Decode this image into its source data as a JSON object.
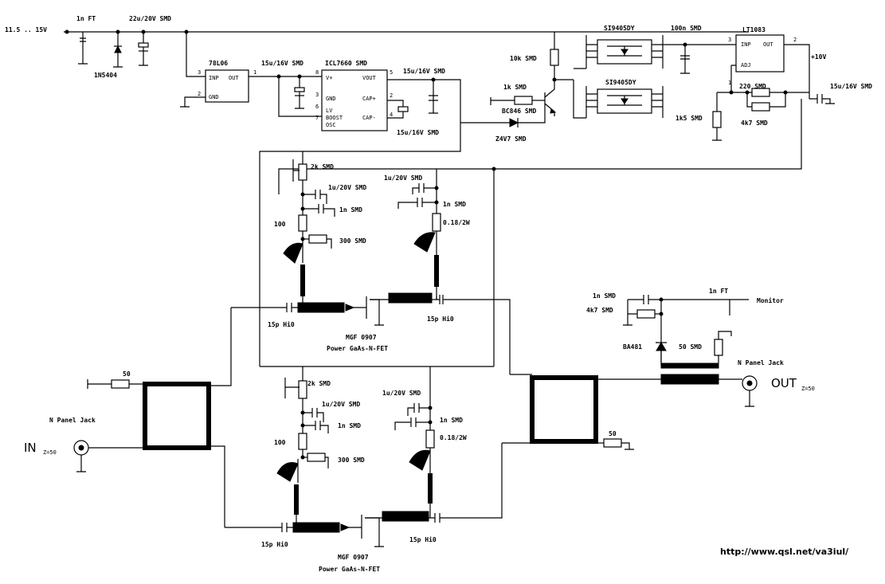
{
  "supply": {
    "input_label": "11.5 .. 15V",
    "c_in": "1n FT",
    "c_bulk": "22u/20V SMD",
    "diode": "1N5404"
  },
  "regulators": {
    "u1": "78L06",
    "u1_pin_in": "INP",
    "u1_pin_out": "OUT",
    "u1_pin_gnd": "GND",
    "c_reg": "15u/16V SMD",
    "u2": "ICL7660 SMD",
    "u2_pins": [
      "V+",
      "GND",
      "LV",
      "BOOST",
      "OSC",
      "VOUT",
      "CAP+",
      "CAP-"
    ],
    "c_pump_top": "15u/16V SMD",
    "c_pump_bot": "15u/16V SMD"
  },
  "switch": {
    "r_pullup": "10k SMD",
    "r_base": "1k SMD",
    "transistor": "BC846 SMD",
    "zener": "Z4V7 SMD",
    "mosfet_a": "SI9405DY",
    "mosfet_b": "SI9405DY",
    "c_hf": "100n SMD"
  },
  "ldo": {
    "part": "LT1083",
    "pin_in": "INP",
    "pin_out": "OUT",
    "pin_adj": "ADJ",
    "vout": "+10V",
    "r_a": "220 SMD",
    "r_b": "4k7 SMD",
    "r_c": "1k5 SMD",
    "c_out": "15u/16V SMD"
  },
  "pin_numbers": {
    "1": "1",
    "2": "2",
    "3": "3",
    "5": "5",
    "6": "6",
    "7": "7",
    "8": "8",
    "4": "4"
  },
  "stage_top": {
    "pot": "2k SMD",
    "c_a": "1u/20V SMD",
    "c_b": "1n SMD",
    "r_gate": "100",
    "r_gnd": "300 SMD",
    "c_d1": "1u/20V SMD",
    "c_d2": "1n SMD",
    "r_drain": "0.18/2W",
    "c_in": "15p Hi0",
    "c_out": "15p Hi0",
    "fet": "MGF 0907",
    "fet_desc": "Power GaAs-N-FET"
  },
  "stage_bot": {
    "pot": "2k SMD",
    "c_a": "1u/20V SMD",
    "c_b": "1n SMD",
    "r_gate": "100",
    "r_gnd": "300 SMD",
    "c_d1": "1u/20V SMD",
    "c_d2": "1n SMD",
    "r_drain": "0.18/2W",
    "c_in": "15p Hi0",
    "c_out": "15p Hi0",
    "fet": "MGF 0907",
    "fet_desc": "Power GaAs-N-FET"
  },
  "input": {
    "load": "50",
    "jack": "N Panel Jack",
    "label": "IN",
    "impedance": "Z=50"
  },
  "output": {
    "load": "50",
    "jack": "N Panel Jack",
    "label": "OUT",
    "impedance": "Z=50"
  },
  "monitor": {
    "c_a": "1n SMD",
    "r_a": "4k7 SMD",
    "c_ft": "1n FT",
    "label": "Monitor",
    "diode": "BA481",
    "r_load": "50 SMD"
  },
  "footer": {
    "url": "http://www.qsl.net/va3iul/"
  }
}
